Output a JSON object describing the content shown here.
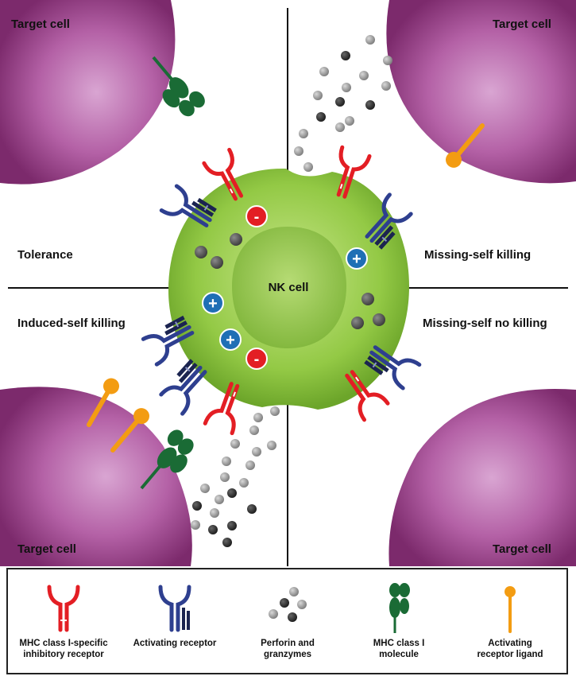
{
  "labels": {
    "target_cell_tl": "Target cell",
    "target_cell_tr": "Target cell",
    "target_cell_bl": "Target cell",
    "target_cell_br": "Target cell",
    "tolerance": "Tolerance",
    "missing_self_killing": "Missing-self killing",
    "induced_self_killing": "Induced-self killing",
    "missing_self_no_killing": "Missing-self no killing",
    "nk_cell": "NK cell",
    "minus": "-",
    "plus": "+"
  },
  "legend": {
    "inhibitory": "MHC class I-specific inhibitory receptor",
    "activating": "Activating receptor",
    "perforin": "Perforin and granzymes",
    "mhc": "MHC class I molecule",
    "ligand": "Activating receptor ligand"
  },
  "colors": {
    "inhibitory": "#e31e24",
    "activating": "#2e3f8f",
    "activating_dark": "#1b2450",
    "mhc": "#1a6b35",
    "ligand": "#f39c12",
    "target": "#9b3a87",
    "nk": "#8cc63f",
    "plus_badge": "#1f6fb5",
    "minus_badge": "#e31e24"
  }
}
